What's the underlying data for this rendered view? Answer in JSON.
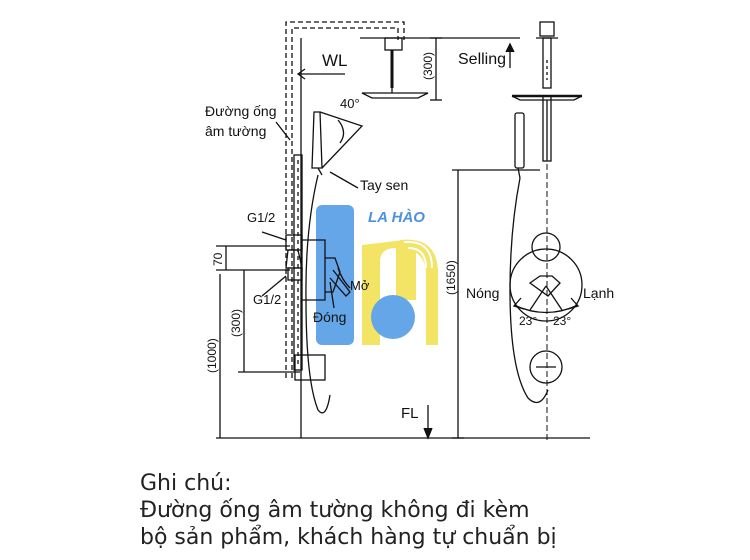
{
  "labels": {
    "wl": "WL",
    "selling": "Selling",
    "duong_ong_line1": "Đường ống",
    "duong_ong_line2": "âm tường",
    "angle40": "40°",
    "tay_sen": "Tay sen",
    "g12_top": "G1/2",
    "g12_bottom": "G1/2",
    "mo": "Mở",
    "dong": "Đóng",
    "fl": "FL",
    "nong": "Nóng",
    "lanh": "Lạnh",
    "angle23_left": "23°",
    "angle23_right": "23°"
  },
  "dimensions": {
    "d300_top": "(300)",
    "d70": "70",
    "d300_mid": "(300)",
    "d1000": "(1000)",
    "d1650": "(1650)"
  },
  "watermark": {
    "brand_text": "LA HÀO",
    "colors": {
      "blue": "#3d8fe0",
      "yellow": "#f4e24a",
      "brand": "#2f7fd6"
    }
  },
  "note": {
    "title": "Ghi chú:",
    "line1": "Đường ống âm tường không đi kèm",
    "line2": "bộ sản phẩm, khách hàng tự chuẩn bị"
  }
}
